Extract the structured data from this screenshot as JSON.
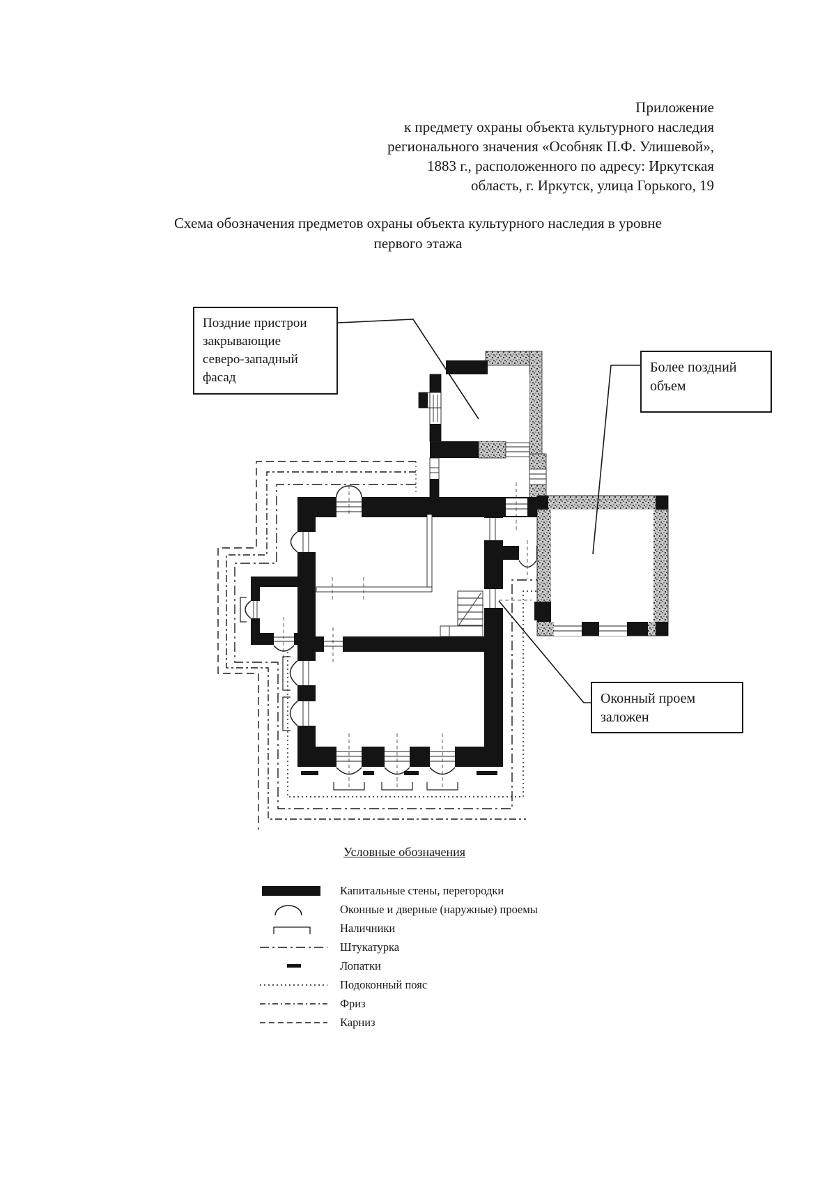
{
  "header": {
    "lines": [
      "Приложение",
      "к предмету охраны объекта культурного наследия",
      "регионального значения «Особняк П.Ф. Улишевой»,",
      "1883 г., расположенного по адресу: Иркутская",
      "область, г. Иркутск, улица Горького, 19"
    ]
  },
  "title": {
    "lines": [
      "Схема обозначения предметов охраны объекта культурного наследия в уровне",
      "первого этажа"
    ]
  },
  "callouts": {
    "late_annexes": {
      "lines": [
        "Поздние пристрои",
        "закрывающие",
        "северо-западный",
        "фасад"
      ]
    },
    "later_volume": {
      "lines": [
        "Более поздний",
        "объем"
      ]
    },
    "blocked_window": {
      "lines": [
        "Оконный проем",
        "заложен"
      ]
    }
  },
  "legend": {
    "heading": "Условные обозначения",
    "items": [
      {
        "symbol": "capital-wall-bar",
        "label": "Капитальные стены, перегородки"
      },
      {
        "symbol": "opening-arc",
        "label": "Оконные и дверные (наружные) проемы"
      },
      {
        "symbol": "platband-bracket",
        "label": "Наличники"
      },
      {
        "symbol": "plaster-dashdot-line",
        "label": "Штукатурка"
      },
      {
        "symbol": "pilaster-dash",
        "label": "Лопатки"
      },
      {
        "symbol": "sill-belt-dotted-line",
        "label": "Подоконный пояс"
      },
      {
        "symbol": "frieze-dashdot-line",
        "label": "Фриз"
      },
      {
        "symbol": "cornice-dashed-line",
        "label": "Карниз"
      }
    ]
  },
  "colors": {
    "ink": "#1a1a1a",
    "hatch_gray": "#9a9a9a",
    "paper": "#ffffff"
  }
}
